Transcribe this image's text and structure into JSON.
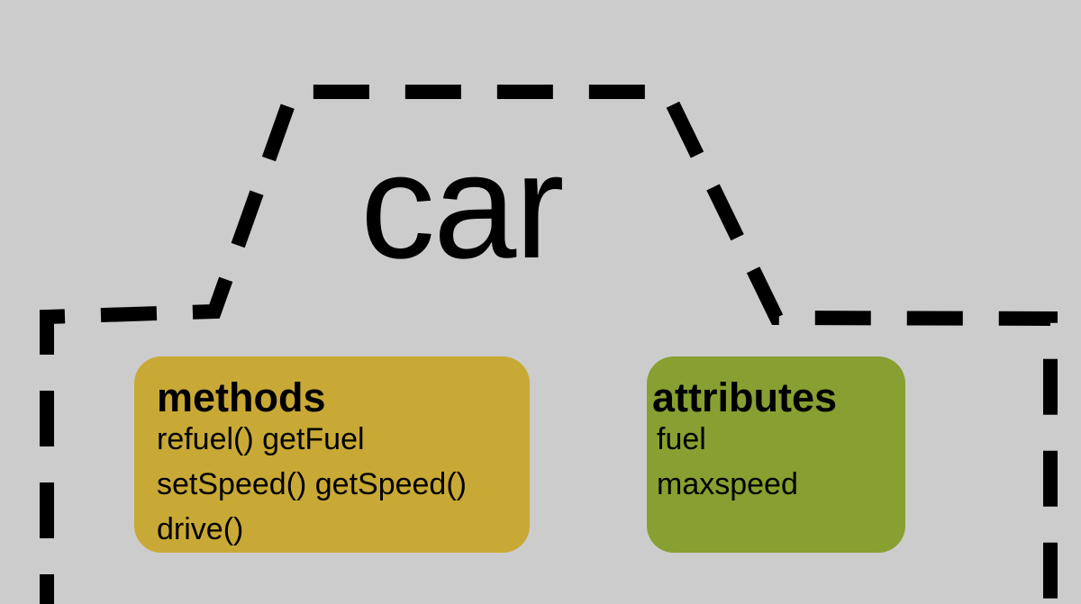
{
  "diagram": {
    "title": "car",
    "methods": {
      "heading": "methods",
      "items": [
        "refuel() getFuel",
        "setSpeed() getSpeed()",
        "drive()"
      ]
    },
    "attributes": {
      "heading": "attributes",
      "items": [
        "fuel",
        "maxspeed"
      ]
    }
  },
  "colors": {
    "background": "#cccccc",
    "outline": "#000000",
    "methods_box": "#c9a935",
    "attributes_box": "#88a031"
  }
}
